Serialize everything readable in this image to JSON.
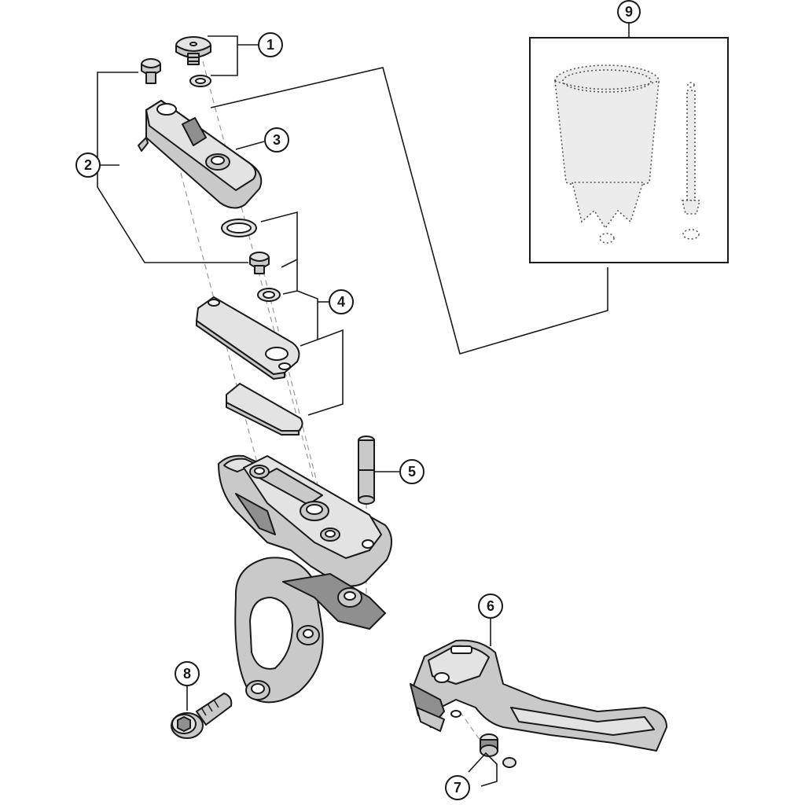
{
  "callouts": [
    {
      "id": "1",
      "label": "1"
    },
    {
      "id": "2",
      "label": "2"
    },
    {
      "id": "3",
      "label": "3"
    },
    {
      "id": "4",
      "label": "4"
    },
    {
      "id": "5",
      "label": "5"
    },
    {
      "id": "6",
      "label": "6"
    },
    {
      "id": "7",
      "label": "7"
    },
    {
      "id": "8",
      "label": "8"
    },
    {
      "id": "9",
      "label": "9"
    }
  ],
  "colors": {
    "line": "#1a1a1a",
    "part_fill": "#c9c9c9",
    "background": "#ffffff"
  }
}
